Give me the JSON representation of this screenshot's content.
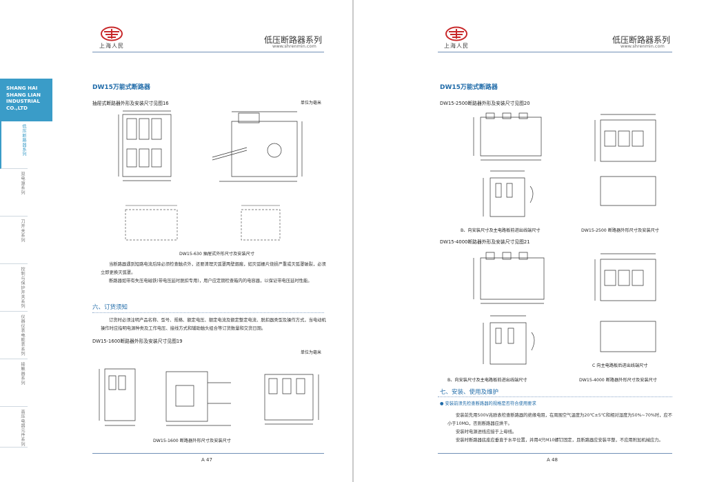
{
  "brand": {
    "logo_text": "上海人民"
  },
  "header": {
    "series_title": "低压断路器系列",
    "url": "www.shrenmin.com"
  },
  "sidebar": {
    "company": [
      "SHANG HAI",
      "SHANG LIAN",
      "INDUSTRIAL",
      "CO.,LTD"
    ],
    "tabs": [
      "低压断路器系列",
      "双电源系列",
      "刀开关系列",
      "控制与保护开关系列",
      "仪器仪表电能表系列",
      "接触器系列",
      "高压电器元件系列"
    ]
  },
  "left_page": {
    "section_title": "DW15万能式断路器",
    "fig16_title": "抽屉式断路器外形及安装尺寸见图16",
    "unit_label": "单位为毫米",
    "fig16_caption": "DW15-630 抽屉式外形尺寸及安装尺寸",
    "para1": "当断路器遇到短路电流后除必须检查触点外，还要清理灭弧罩两壁烟痕，如灭弧栅片烧损严重或灭弧罩破裂，必须立即更换灭弧罩。",
    "para2": "断路器如带有失压电磁铁(带电压延时脱扣专用)，用户应定期检查箱内的电容器，以保证带电压延时性能。",
    "order_heading": "六、订货须知",
    "order_text": "订货时必须注明产品名称、型号、规格、额定电压、额定电流及额定整定电流、脱扣器类型及操作方式，当电动机操作时应指明电源种类及工作电压、接线方式和辅助触头组合等订货数量和交货日期。",
    "fig19_title": "DW15-1600断路器外形及安装尺寸见图19",
    "fig19_unit": "单位为毫米",
    "fig19_caption": "DW15-1600 断路器外形尺寸及安装尺寸",
    "page_number": "A 47"
  },
  "right_page": {
    "section_title": "DW15万能式断路器",
    "fig20_title": "DW15-2500断路器外形及安装尺寸见图20",
    "fig20_caption_b": "B、向安装尺寸及主电路板前进出线端尺寸",
    "fig20_caption_main": "DW15-2500 断路器外形尺寸及安装尺寸",
    "fig21_title": "DW15-4000断路器外形及安装尺寸见图21",
    "fig21_caption_c": "C 向主电路板后进出线端尺寸",
    "fig21_caption_b": "B、向安装尺寸及主电路板前进出线端尺寸",
    "fig21_caption_main": "DW15-4000 断路器外形尺寸及安装尺寸",
    "install_heading": "七、安装、使用及维护",
    "install_bullet": "安装前须先检查断路器的规格是否符合使用要求",
    "install_lines": [
      "安装前先用500V兆欧表检查断路器的绝缘电阻，在周围空气温度为20℃±5℃和相对湿度为50%~70%时，应不小于10MΩ，否则断路器应烘干。",
      "安装时电源进线应接于上母线。",
      "安装时断路器底座应垂直于水平位置，并用4只M10螺钉固定，且断路器应安装平整，不应用附加机械应力。"
    ],
    "page_number": "A 48"
  }
}
